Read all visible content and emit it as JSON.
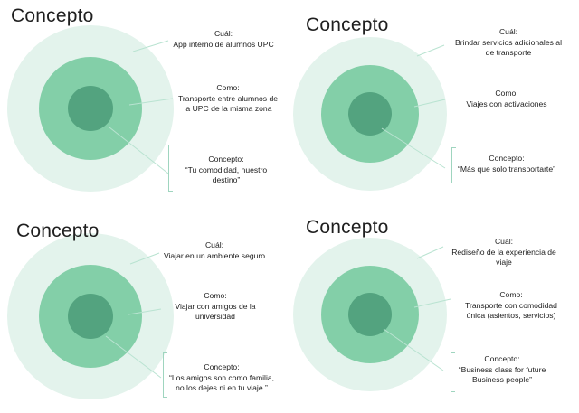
{
  "slides": [
    {
      "title": "Concepto",
      "cual": {
        "heading": "Cuál:",
        "lines": [
          "App interno de alumnos UPC"
        ]
      },
      "como": {
        "heading": "Como:",
        "lines": [
          "Transporte entre alumnos de",
          "la UPC de la misma zona"
        ]
      },
      "concepto": {
        "heading": "Concepto:",
        "lines": [
          "“Tu comodidad, nuestro",
          "destino”"
        ]
      }
    },
    {
      "title": "Concepto",
      "cual": {
        "heading": "Cuál:",
        "lines": [
          "Brindar servicios adicionales al",
          "de transporte"
        ]
      },
      "como": {
        "heading": "Como:",
        "lines": [
          "Viajes con activaciones"
        ]
      },
      "concepto": {
        "heading": "Concepto:",
        "lines": [
          "“Más que solo transportarte”"
        ]
      }
    },
    {
      "title": "Concepto",
      "cual": {
        "heading": "Cuál:",
        "lines": [
          "Viajar en un ambiente seguro"
        ]
      },
      "como": {
        "heading": "Como:",
        "lines": [
          "Viajar con amigos de la",
          "universidad"
        ]
      },
      "concepto": {
        "heading": "Concepto:",
        "lines": [
          "“Los amigos son como familia,",
          "no los dejes ni en tu viaje ”"
        ]
      }
    },
    {
      "title": "Concepto",
      "cual": {
        "heading": "Cuál:",
        "lines": [
          "Rediseño de la experiencia de",
          "viaje"
        ]
      },
      "como": {
        "heading": "Como:",
        "lines": [
          "Transporte con comodidad",
          "única (asientos, servicios)"
        ]
      },
      "concepto": {
        "heading": "Concepto:",
        "lines": [
          "“Business class for future",
          "Business people”"
        ]
      }
    }
  ],
  "colors": {
    "outer_ring": "#e3f3ec",
    "middle_ring": "#83cfa8",
    "inner_circle": "#53a37f",
    "connector": "#b9e3d1",
    "bracket": "#9fd5bf"
  }
}
